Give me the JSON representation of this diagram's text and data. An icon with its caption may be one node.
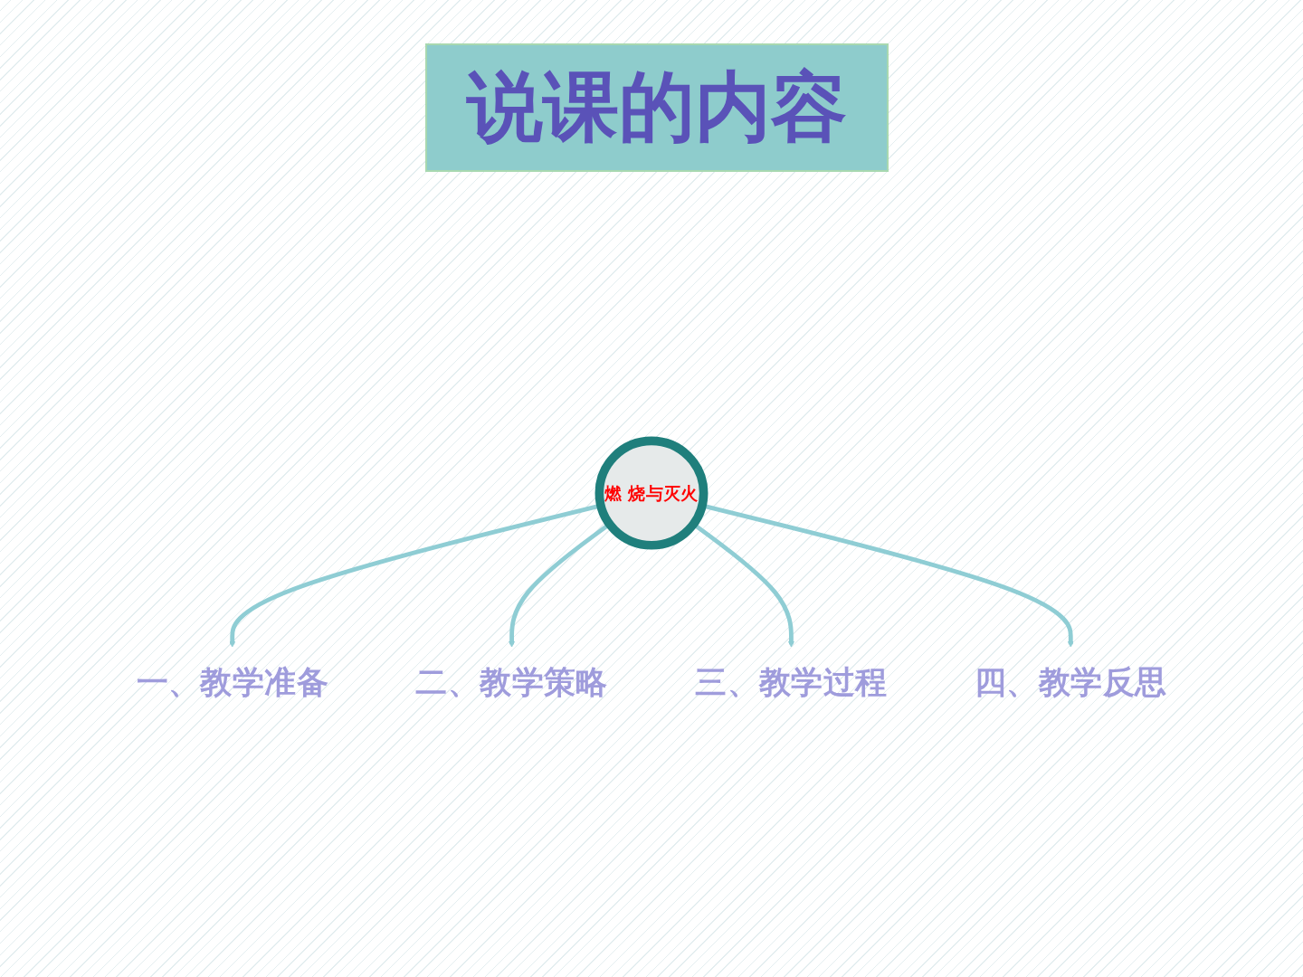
{
  "diagram": {
    "title": "说课的内容",
    "nodes": [
      {
        "text": [
          "四、教学反思"
        ]
      },
      {
        "text": [
          "一、教学准备"
        ]
      },
      {
        "text": [
          "燃 烧与灭火"
        ]
      },
      {
        "text": [
          "三、教学过程"
        ]
      },
      {
        "text": [
          "二、教学策略"
        ]
      }
    ],
    "edges": [
      {
        "from": 2,
        "to": 1,
        "arrow": "to"
      },
      {
        "from": 2,
        "to": 4,
        "arrow": "to"
      },
      {
        "from": 2,
        "to": 3,
        "arrow": "to"
      },
      {
        "from": 2,
        "to": 0,
        "arrow": "to"
      }
    ]
  }
}
